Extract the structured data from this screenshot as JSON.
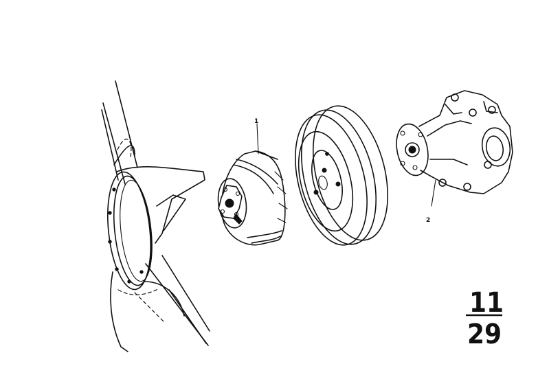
{
  "diagram": {
    "callouts": [
      {
        "id": "1",
        "label": "1"
      },
      {
        "id": "2",
        "label": "2"
      }
    ],
    "page_reference": {
      "group": "11",
      "page": "29"
    },
    "parts": {
      "fan_shroud": "fan-shroud",
      "fan_coupling": "fan-coupling",
      "pulley": "pulley",
      "water_pump": "water-pump"
    }
  }
}
